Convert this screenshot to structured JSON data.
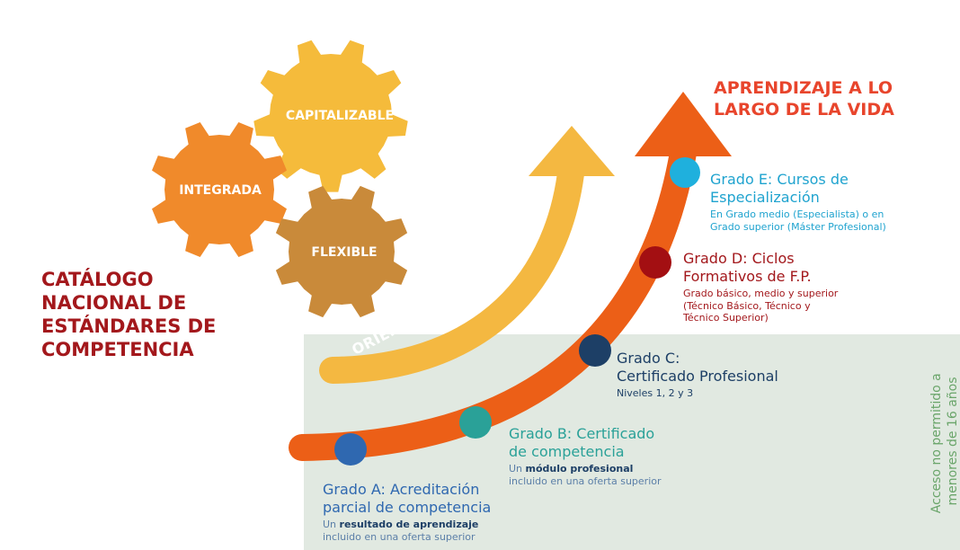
{
  "gears": {
    "capitalizable": "CAPITALIZABLE",
    "integrada": "INTEGRADA",
    "flexible": "FLEXIBLE"
  },
  "catalog_title": [
    "CATÁLOGO",
    "NACIONAL DE",
    "ESTÁNDARES DE",
    "COMPETENCIA"
  ],
  "orientation_label": "ORIENTACIÓN PROFESIONAL",
  "lifelong_title": [
    "APRENDIZAJE A LO",
    "LARGO DE LA VIDA"
  ],
  "access_note": [
    "Acceso no permitido a",
    "menores de 16 años"
  ],
  "grades": {
    "e": {
      "title": [
        "Grado E: Cursos de",
        "Especialización"
      ],
      "sub": [
        "En Grado medio (Especialista) o en",
        "Grado superior (Máster Profesional)"
      ]
    },
    "d": {
      "title": [
        "Grado D: Ciclos",
        "Formativos de F.P."
      ],
      "sub": [
        "Grado básico, medio y superior",
        "(Técnico Básico, Técnico y",
        "Técnico Superior)"
      ]
    },
    "c": {
      "title": [
        "Grado C:",
        "Certificado Profesional"
      ],
      "sub": [
        "Niveles 1, 2 y 3"
      ]
    },
    "b": {
      "title": [
        "Grado B: Certificado",
        "de competencia"
      ],
      "sub_pre": "Un ",
      "sub_bold": "módulo profesional",
      "sub_post": "incluido en una oferta superior"
    },
    "a": {
      "title": [
        "Grado A: Acreditación",
        "parcial de competencia"
      ],
      "sub_pre": "Un ",
      "sub_bold": "resultado de aprendizaje",
      "sub_post": "incluido en una oferta superior"
    }
  },
  "colors": {
    "orange_arrow": "#ec5f17",
    "yellow_arrow": "#f4b841",
    "gear_capitalizable": "#f5bb3b",
    "gear_integrada": "#f08a2b",
    "gear_flexible": "#c98a3a",
    "green_panel": "#e1e9e1",
    "dot_e": "#1fb0dd",
    "dot_d": "#a30f12",
    "dot_c": "#1d3f66",
    "dot_b": "#2aa198",
    "dot_a": "#2f68b0"
  }
}
